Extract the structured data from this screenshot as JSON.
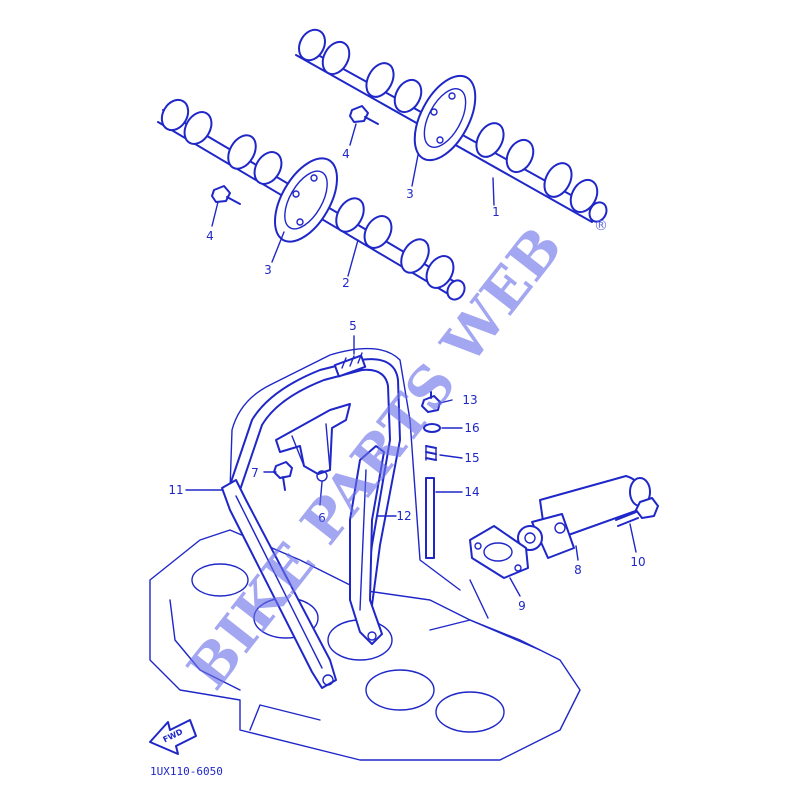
{
  "diagram": {
    "part_numbers": [
      "1",
      "2",
      "3",
      "3",
      "4",
      "4",
      "5",
      "6",
      "7",
      "8",
      "9",
      "10",
      "11",
      "12",
      "13",
      "14",
      "15",
      "16"
    ],
    "drawing_code": "1UX110-6050",
    "direction_label": "FWD",
    "watermark": "BIKE PARTS WEB",
    "registered_mark": "®"
  },
  "colors": {
    "line": "#1f27c8",
    "watermark": "#6a70e6",
    "background": "#ffffff"
  }
}
